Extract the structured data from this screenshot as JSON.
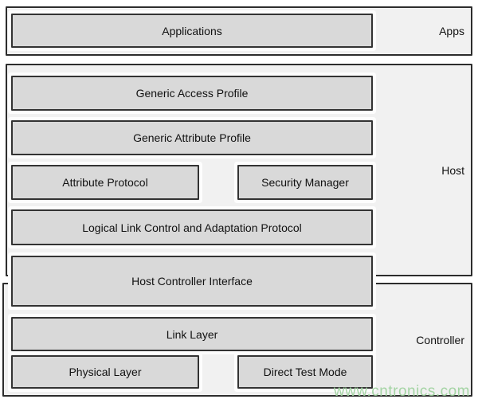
{
  "sections": {
    "apps": {
      "label": "Apps"
    },
    "host": {
      "label": "Host"
    },
    "controller": {
      "label": "Controller"
    }
  },
  "blocks": {
    "applications": "Applications",
    "generic_access_profile": "Generic Access Profile",
    "generic_attribute_profile": "Generic Attribute Profile",
    "attribute_protocol": "Attribute Protocol",
    "security_manager": "Security Manager",
    "l2cap": "Logical Link Control and Adaptation Protocol",
    "host_controller_interface": "Host Controller Interface",
    "link_layer": "Link Layer",
    "physical_layer": "Physical Layer",
    "direct_test_mode": "Direct Test Mode"
  },
  "watermark": {
    "text": "www.cntronics.com",
    "color": "#9ed29e"
  },
  "colors": {
    "background": "#ffffff",
    "section_fill": "#f1f1f1",
    "block_fill": "#d9d9d9",
    "border": "#2d2d2d",
    "text": "#111111"
  }
}
